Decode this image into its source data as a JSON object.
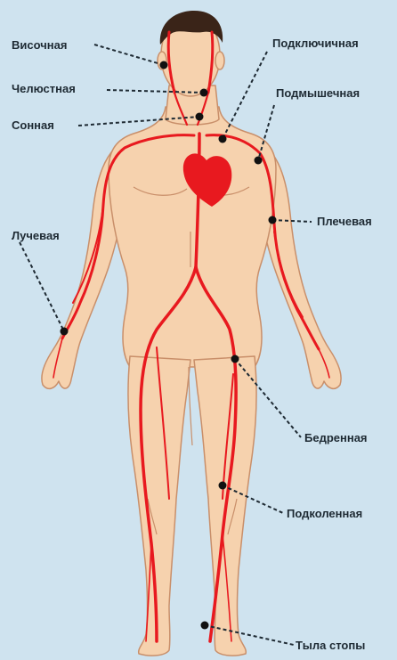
{
  "diagram": {
    "colors": {
      "background": "#cfe3ef",
      "skin": "#f6d2ae",
      "skin_outline": "#c98f6a",
      "hair": "#3a2418",
      "artery": "#e8191f",
      "point": "#111111",
      "label": "#1e2a33"
    },
    "labels": {
      "temporal": "Височная",
      "jaw": "Челюстная",
      "carotid": "Сонная",
      "radial": "Лучевая",
      "subclavian": "Подключичная",
      "axillary": "Подмышечная",
      "brachial": "Плечевая",
      "femoral": "Бедренная",
      "popliteal": "Подколенная",
      "dorsal_foot": "Тыла стопы"
    }
  }
}
